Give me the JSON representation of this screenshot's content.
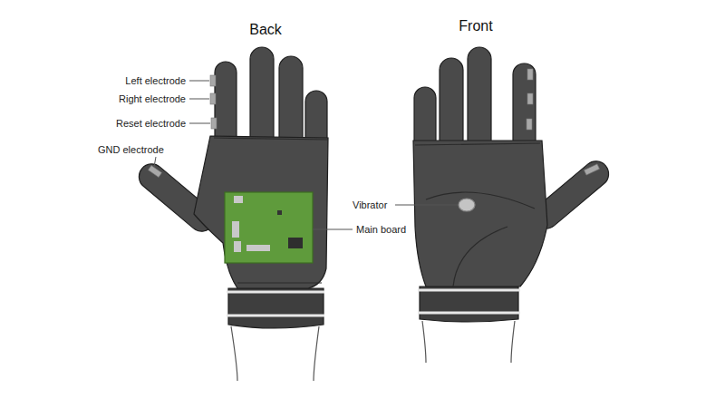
{
  "diagram": {
    "labels": [
      "Back",
      "Front",
      "Left electrode",
      "Right electrode",
      "Reset electrode",
      "GND electrode",
      "Vibrator",
      "Main board"
    ]
  }
}
